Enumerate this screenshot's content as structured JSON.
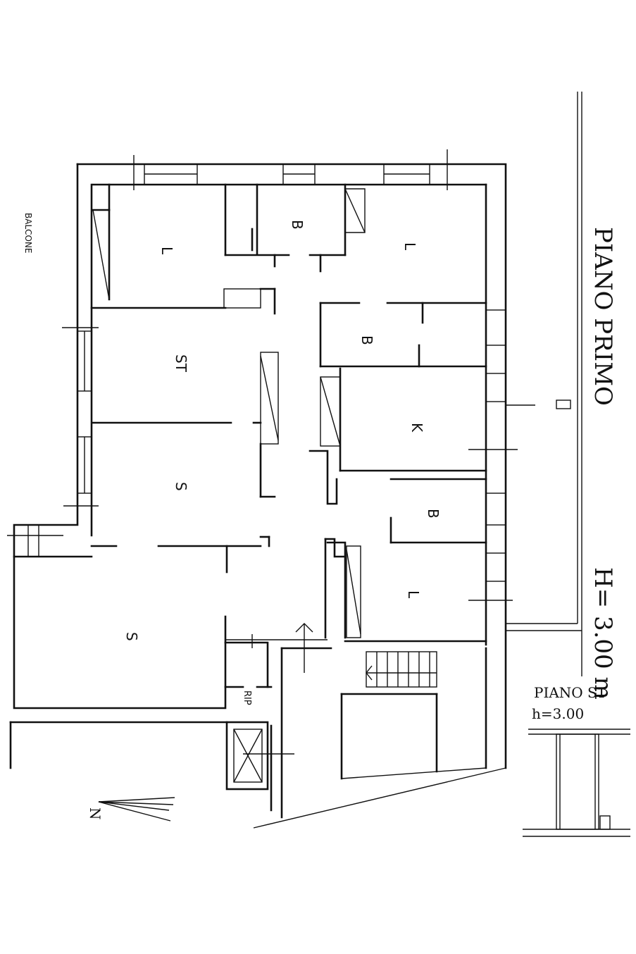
{
  "title": "PIANO PRIMO",
  "height_note": "H= 3.00 m",
  "balcony_label": "BALCONE",
  "north_label": "N",
  "rooms": {
    "l_top_left": "L",
    "b_top_center": "B",
    "l_top_right": "L",
    "b_mid_right": "B",
    "st": "ST",
    "k": "K",
    "s_center": "S",
    "b_lower_right": "B",
    "l_lower_right": "L",
    "s_bottom": "S",
    "rip": "RIP"
  },
  "inset": {
    "title": "PIANO S1",
    "height": "h=3.00"
  }
}
